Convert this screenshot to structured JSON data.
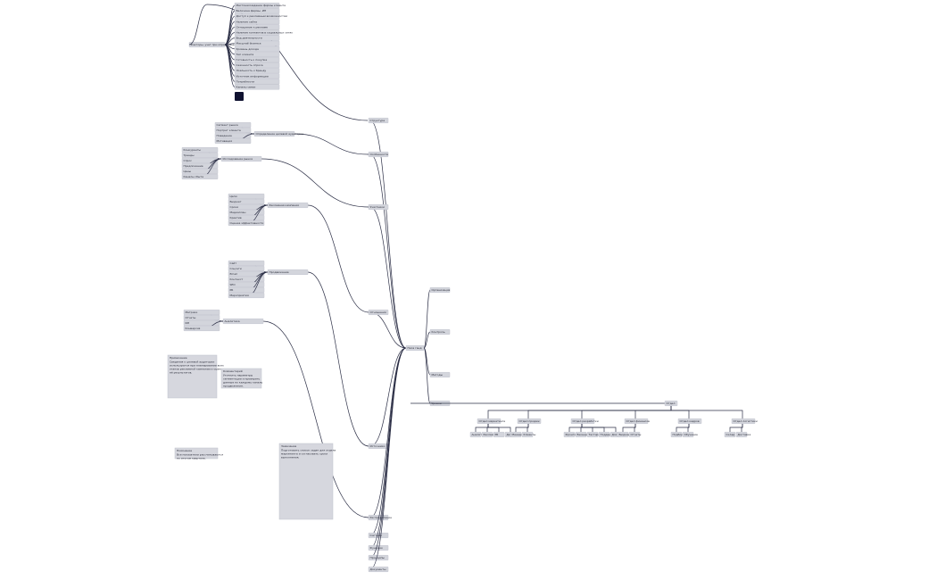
{
  "map": {
    "root": "Ниса ганд",
    "branches": [
      {
        "id": "b1",
        "label": "Структура",
        "children": []
      },
      {
        "id": "b2",
        "label": "Особенности",
        "children": []
      },
      {
        "id": "b3",
        "label": "Участники",
        "children": []
      },
      {
        "id": "b4",
        "label": "Отношения",
        "children": []
      },
      {
        "id": "b5",
        "label": "Источники",
        "children": []
      },
      {
        "id": "b6",
        "label": "Распределение",
        "children": []
      },
      {
        "id": "b7",
        "label": "Система",
        "children": []
      },
      {
        "id": "b8",
        "label": "Функции",
        "children": []
      },
      {
        "id": "b9",
        "label": "Принципы",
        "children": []
      },
      {
        "id": "b10",
        "label": "Документы",
        "children": []
      },
      {
        "id": "b11",
        "label": "Организация",
        "children": []
      },
      {
        "id": "b12",
        "label": "Контроль",
        "children": []
      },
      {
        "id": "b13",
        "label": "Методы",
        "children": []
      },
      {
        "id": "b14",
        "label": "Уровни",
        "children": []
      }
    ],
    "top_cluster": {
      "anchor": "Факторы, учет при определении целевой аудитории",
      "items": [
        "Местонахождение фирмы клиента",
        "Величина фирмы, ИП",
        "Доступ к рекламным возможностям",
        "Наличие сайта",
        "Отношение к рекламе",
        "Наличие контактов в социальных сетях",
        "Вид деятельности",
        "Масштаб бизнеса",
        "Уровень дохода",
        "Тип клиента",
        "Готовность к покупке",
        "Сезонность спроса",
        "Лояльность к бренду",
        "Источник информации",
        "Потребности",
        "Каналы связи"
      ]
    },
    "left_clusters": [
      {
        "label": "Определение целевой аудитории",
        "items": [
          "Сегмент рынка",
          "Портрет клиента",
          "Поведение",
          "Мотивация"
        ]
      },
      {
        "label": "Исследование рынка",
        "items": [
          "Конкуренты",
          "Тренды",
          "Спрос",
          "Предложение",
          "Цены",
          "Каналы сбыта"
        ]
      },
      {
        "label": "Рекламная кампания",
        "items": [
          "Цели",
          "Бюджет",
          "Сроки",
          "Медиаплан",
          "Креатив",
          "Оценка эффективности"
        ]
      },
      {
        "label": "Продвижение",
        "items": [
          "Сайт",
          "Соцсети",
          "Email",
          "Контекст",
          "SEO",
          "PR",
          "Мероприятия"
        ]
      },
      {
        "label": "Аналитика",
        "items": [
          "Метрики",
          "Отчеты",
          "KPI",
          "Конверсия"
        ]
      }
    ],
    "notes": [
      {
        "label": "Примечание",
        "text": "Сведения о целевой аудитории используются при планировании всех этапов рекламной кампании и оценке её результатов."
      },
      {
        "label": "Комментарий",
        "text": "Уточнить параметры сегментации и проверить данные по каждому каналу продвижения."
      },
      {
        "label": "Замечание",
        "text": "Подготовить список задач для отдела маркетинга и согласовать сроки выполнения."
      },
      {
        "label": "Пояснение",
        "text": "Все показатели рассчитываются по итогам квартала."
      }
    ],
    "right_tree": {
      "root": "Отдел",
      "groups": [
        {
          "label": "Отдел маркетинга",
          "items": [
            "Аналитика",
            "Реклама",
            "PR",
            "Дизайн"
          ]
        },
        {
          "label": "Отдел продаж",
          "items": [
            "Менеджеры",
            "Клиенты"
          ]
        },
        {
          "label": "Отдел разработки",
          "items": [
            "Фронтенд",
            "Бэкенд",
            "Тестирование",
            "Поддержка",
            "Документация"
          ]
        },
        {
          "label": "Отдел финансов",
          "items": [
            "Бюджет",
            "Отчеты"
          ]
        },
        {
          "label": "Отдел кадров",
          "items": [
            "Подбор",
            "Обучение"
          ]
        },
        {
          "label": "Отдел логистики",
          "items": [
            "Склад",
            "Доставка"
          ]
        }
      ]
    }
  },
  "colors": {
    "edge": "#2d3047",
    "node": "#d3d5dc",
    "note": "#d6d7de",
    "dark": "#0f1230"
  }
}
